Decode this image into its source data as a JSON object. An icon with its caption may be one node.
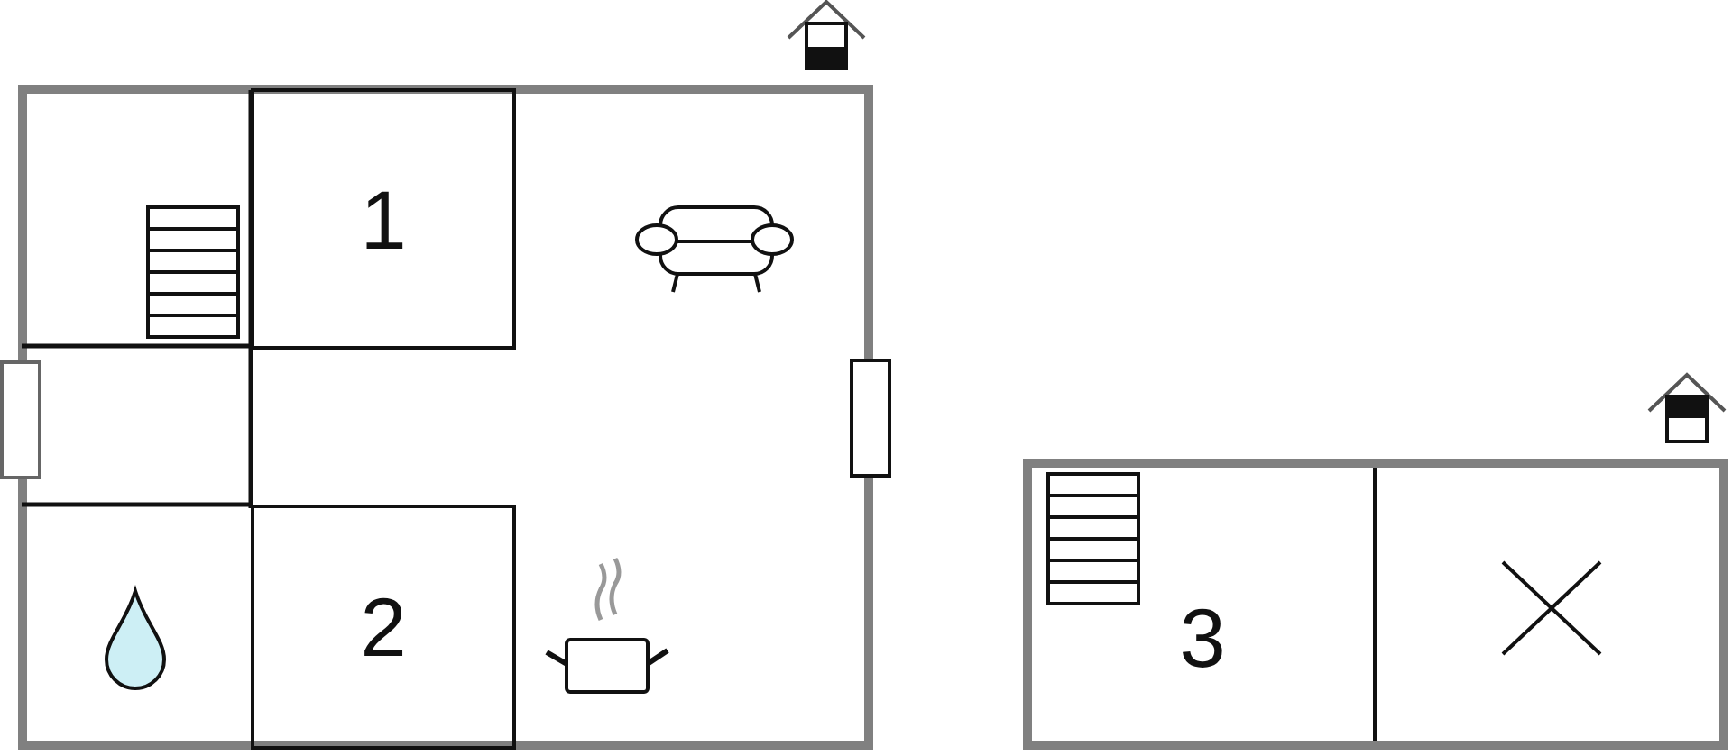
{
  "diagram": {
    "nodes": [
      {
        "text": [],
        "shape": "box"
      },
      {
        "text": [
          "1"
        ],
        "in": 0
      },
      {
        "text": [
          "2"
        ],
        "in": 0
      },
      {
        "text": [],
        "shape": "box"
      },
      {
        "text": [
          "3"
        ],
        "in": 3
      }
    ]
  }
}
